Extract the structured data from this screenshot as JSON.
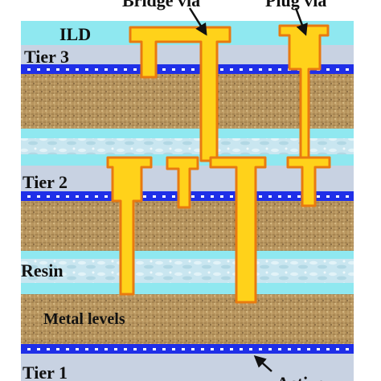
{
  "diagram": {
    "labels": {
      "bridge_via": "Bridge via",
      "plug_via": "Plug via",
      "ild": "ILD",
      "tier3": "Tier 3",
      "tier2": "Tier 2",
      "resin": "Resin",
      "metal_levels": "Metal levels",
      "tier1": "Tier 1",
      "bottom_annotation": "Active"
    },
    "colors": {
      "ild": "#8fe8f0",
      "tier": "#c8d2e2",
      "resin": "#c9e6f0",
      "metal_line": "#1f2fe8",
      "metal_dot": "#ffffff",
      "substrate": "#b8955e",
      "substrate_dark": "#8a6a3a",
      "via_fill": "#ffd21a",
      "via_outline": "#e87a10",
      "text": "#111111",
      "background": "#ffffff"
    },
    "icons": [
      "arrow-icon"
    ]
  }
}
